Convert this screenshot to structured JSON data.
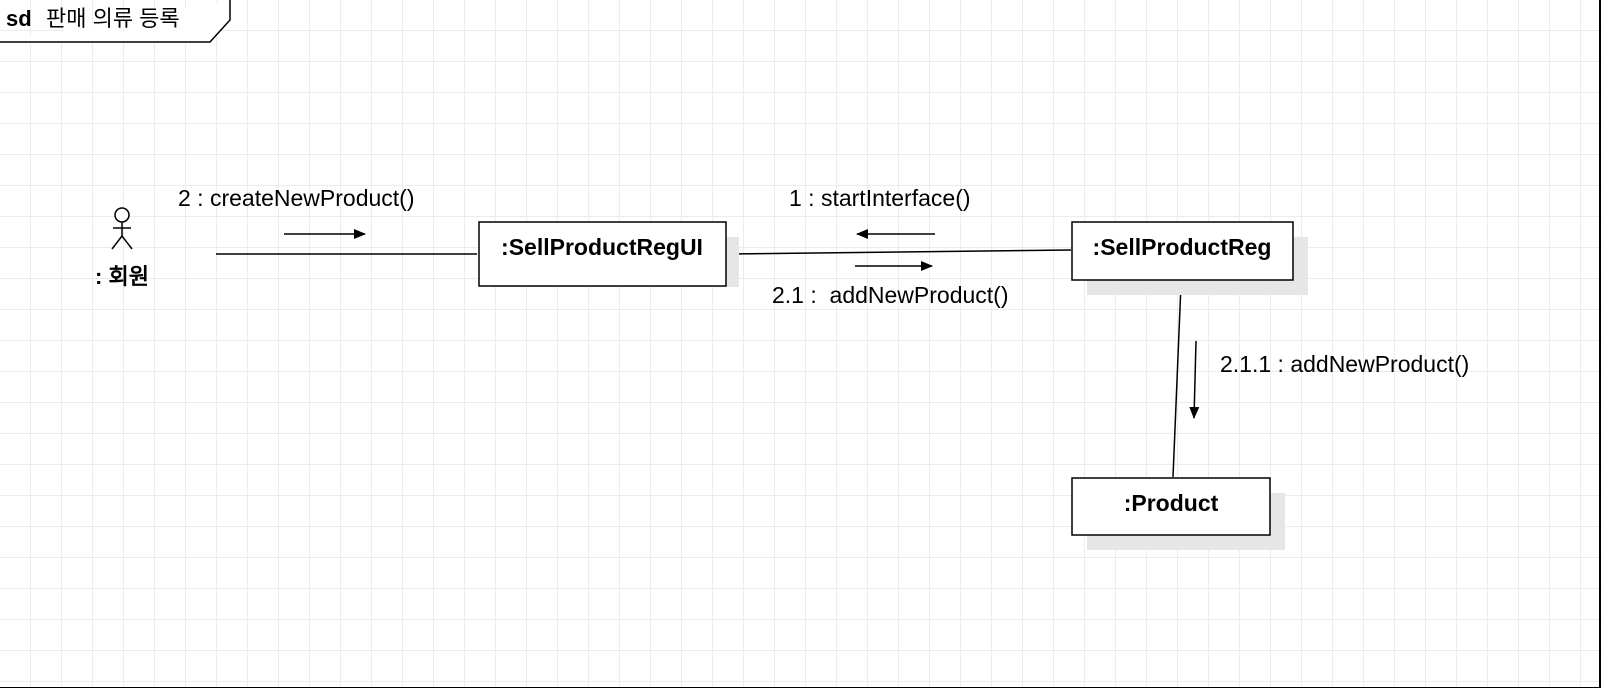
{
  "frame": {
    "keyword": "sd",
    "name": "판매 의류 등록"
  },
  "actor": {
    "label": ": 회원"
  },
  "objects": {
    "ui": ":SellProductRegUI",
    "controller": ":SellProductReg",
    "entity": ":Product"
  },
  "messages": {
    "create_new_product": "2 : createNewProduct()",
    "start_interface": "1 : startInterface()",
    "add_new_product": "2.1 :  addNewProduct()",
    "entity_add_new_product": "2.1.1 : addNewProduct()"
  },
  "colors": {
    "line": "#000000",
    "grid": "#ececec",
    "shadow": "#e6e6e6",
    "box_fill": "#ffffff"
  }
}
